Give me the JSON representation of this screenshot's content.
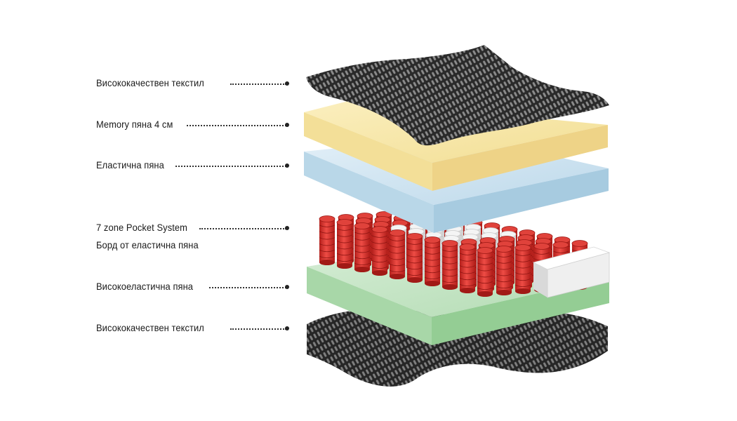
{
  "layers": [
    {
      "label": "Висококачествен текстил",
      "color": "#2b2b2b"
    },
    {
      "label": "Memory пяна 4 см",
      "color": "#f7e7a8"
    },
    {
      "label": "Еластична пяна",
      "color": "#cfe3ef"
    },
    {
      "label": "7 zone Pocket System",
      "color": "#d9332e"
    },
    {
      "label": "Борд от еластична пяна",
      "color": "#f2f2f2"
    },
    {
      "label": "Високоеластична пяна",
      "color": "#bfe1bf"
    },
    {
      "label": "Висококачествен текстил",
      "color": "#2b2b2b"
    }
  ]
}
